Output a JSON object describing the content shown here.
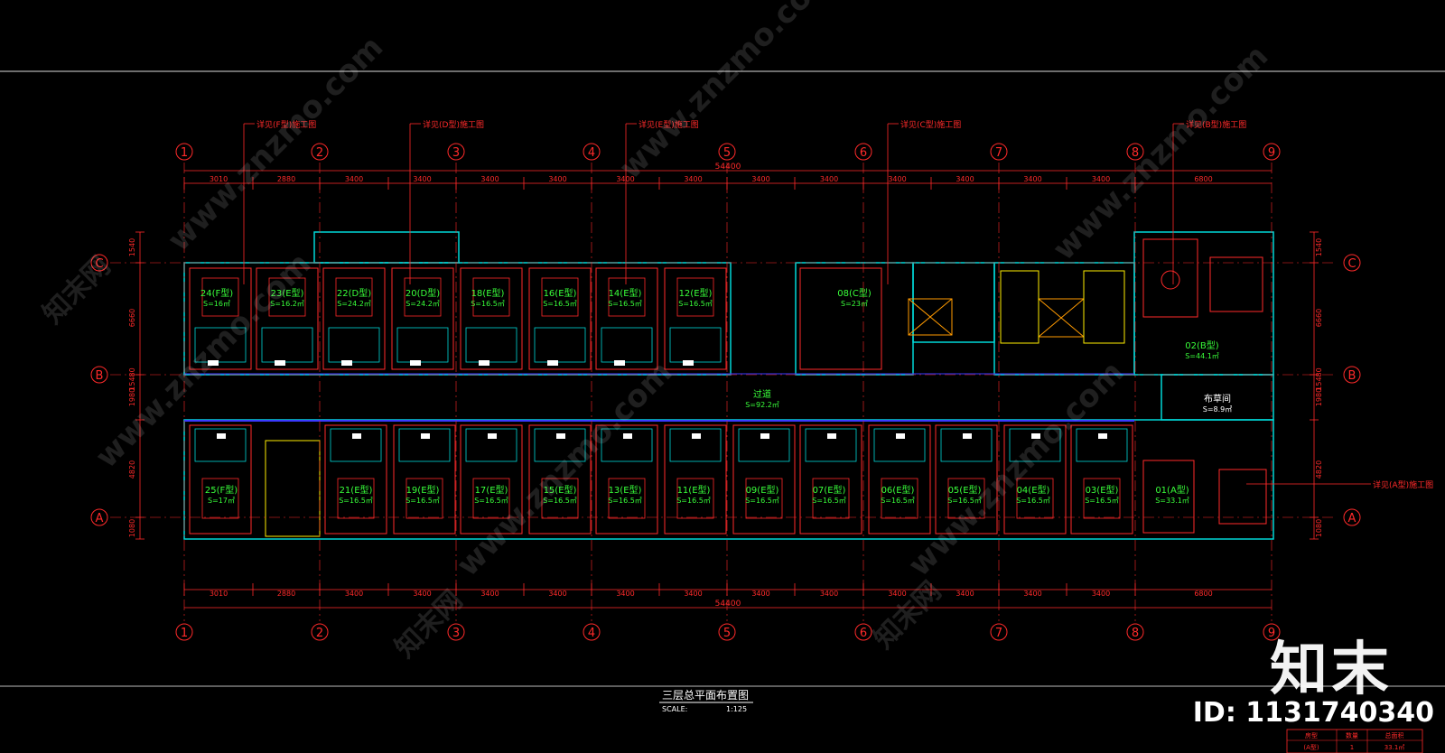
{
  "drawing": {
    "title": "三层总平面布置图",
    "scale_label": "SCALE:",
    "scale_value": "1:125",
    "total_width_label": "54400",
    "total_depth_label": "15480",
    "grid_columns": [
      "1",
      "2",
      "3",
      "4",
      "5",
      "6",
      "7",
      "8",
      "9"
    ],
    "grid_rows": [
      "C",
      "B",
      "A"
    ],
    "top_dims": [
      "3010",
      "2880",
      "3400",
      "3400",
      "3400",
      "3400",
      "3400",
      "3400",
      "3400",
      "3400",
      "3400",
      "3400",
      "3400",
      "3400",
      "6800"
    ],
    "bottom_dims": [
      "3010",
      "2880",
      "3400",
      "3400",
      "3400",
      "3400",
      "3400",
      "3400",
      "3400",
      "3400",
      "3400",
      "3400",
      "3400",
      "3400",
      "6800"
    ],
    "left_dims": [
      "1540",
      "6660",
      "15480",
      "1980",
      "4820",
      "1080"
    ],
    "right_dims": [
      "1540",
      "6660",
      "15480",
      "1980",
      "4820",
      "1080"
    ],
    "detail_callouts": [
      "详见(F型)施工图",
      "详见(D型)施工图",
      "详见(E型)施工图",
      "详见(C型)施工图",
      "详见(B型)施工图",
      "详见(A型)施工图"
    ],
    "corridor": {
      "name": "过道",
      "area": "S=92.2㎡"
    },
    "linen_room": {
      "name": "布草间",
      "area": "S=8.9㎡"
    },
    "rooms_north": [
      {
        "label": "24(F型)",
        "area": "S=16㎡"
      },
      {
        "label": "23(E型)",
        "area": "S=16.2㎡"
      },
      {
        "label": "22(D型)",
        "area": "S=24.2㎡"
      },
      {
        "label": "20(D型)",
        "area": "S=24.2㎡"
      },
      {
        "label": "18(E型)",
        "area": "S=16.5㎡"
      },
      {
        "label": "16(E型)",
        "area": "S=16.5㎡"
      },
      {
        "label": "14(E型)",
        "area": "S=16.5㎡"
      },
      {
        "label": "12(E型)",
        "area": "S=16.5㎡"
      },
      {
        "label": "08(C型)",
        "area": "S=23㎡"
      },
      {
        "label": "02(B型)",
        "area": "S=44.1㎡"
      }
    ],
    "rooms_south": [
      {
        "label": "25(F型)",
        "area": "S=17㎡"
      },
      {
        "label": "21(E型)",
        "area": "S=16.5㎡"
      },
      {
        "label": "19(E型)",
        "area": "S=16.5㎡"
      },
      {
        "label": "17(E型)",
        "area": "S=16.5㎡"
      },
      {
        "label": "15(E型)",
        "area": "S=16.5㎡"
      },
      {
        "label": "13(E型)",
        "area": "S=16.5㎡"
      },
      {
        "label": "11(E型)",
        "area": "S=16.5㎡"
      },
      {
        "label": "09(E型)",
        "area": "S=16.5㎡"
      },
      {
        "label": "07(E型)",
        "area": "S=16.5㎡"
      },
      {
        "label": "06(E型)",
        "area": "S=16.5㎡"
      },
      {
        "label": "05(E型)",
        "area": "S=16.5㎡"
      },
      {
        "label": "04(E型)",
        "area": "S=16.5㎡"
      },
      {
        "label": "03(E型)",
        "area": "S=16.5㎡"
      },
      {
        "label": "01(A型)",
        "area": "S=33.1㎡"
      }
    ],
    "table": {
      "col1": "房型",
      "col2": "数量",
      "col3": "总面积",
      "row1": "(A型)",
      "row1b": "1",
      "row1c": "33.1㎡"
    }
  },
  "watermark": {
    "site": "www.znzmo.com",
    "brand": "知末网",
    "logo": "知末",
    "id": "ID: 1131740340"
  },
  "colors": {
    "background": "#000000",
    "dim": "#ff2a2a",
    "wall": "#00e5e5",
    "label": "#39ff3a",
    "furniture": "#ff2a2a",
    "glass": "#3a3aff",
    "yellow": "#ffee00"
  }
}
